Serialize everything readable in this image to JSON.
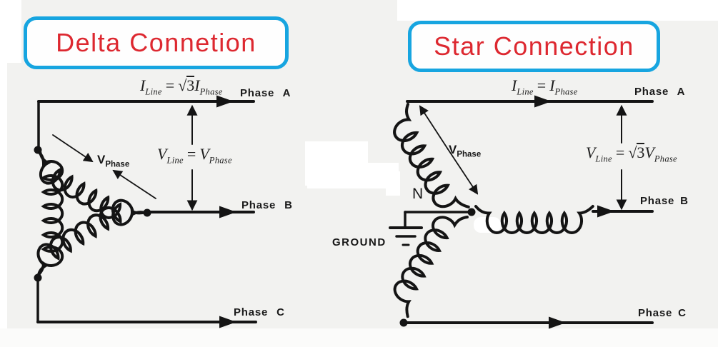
{
  "delta": {
    "title": "Delta Connetion",
    "current_formula": {
      "lhs": "I",
      "lhs_sub": "Line",
      "eq": "=",
      "sqrt": "√",
      "radicand": "3",
      "rhs": "I",
      "rhs_sub": "Phase"
    },
    "voltage_formula": {
      "lhs": "V",
      "lhs_sub": "Line",
      "eq": "=",
      "rhs": "V",
      "rhs_sub": "Phase"
    },
    "winding_label": {
      "base": "V",
      "sub": "Phase"
    },
    "phases": {
      "a": "Phase A",
      "b": "Phase B",
      "c": "Phase C"
    }
  },
  "star": {
    "title": "Star Connection",
    "current_formula": {
      "lhs": "I",
      "lhs_sub": "Line",
      "eq": "=",
      "rhs": "I",
      "rhs_sub": "Phase"
    },
    "voltage_formula": {
      "lhs": "V",
      "lhs_sub": "Line",
      "eq": "=",
      "sqrt": "√",
      "radicand": "3",
      "rhs": "V",
      "rhs_sub": "Phase"
    },
    "winding_label": {
      "base": "V",
      "sub": "Phase"
    },
    "neutral_label": "N",
    "ground_label": "GROUND",
    "phases": {
      "a": "Phase A",
      "b": "Phase B",
      "c": "Phase C"
    }
  },
  "colors": {
    "title_red": "#dd2830",
    "border_blue": "#17a5e0",
    "ink": "#141414",
    "background": "#f2f2f0"
  }
}
